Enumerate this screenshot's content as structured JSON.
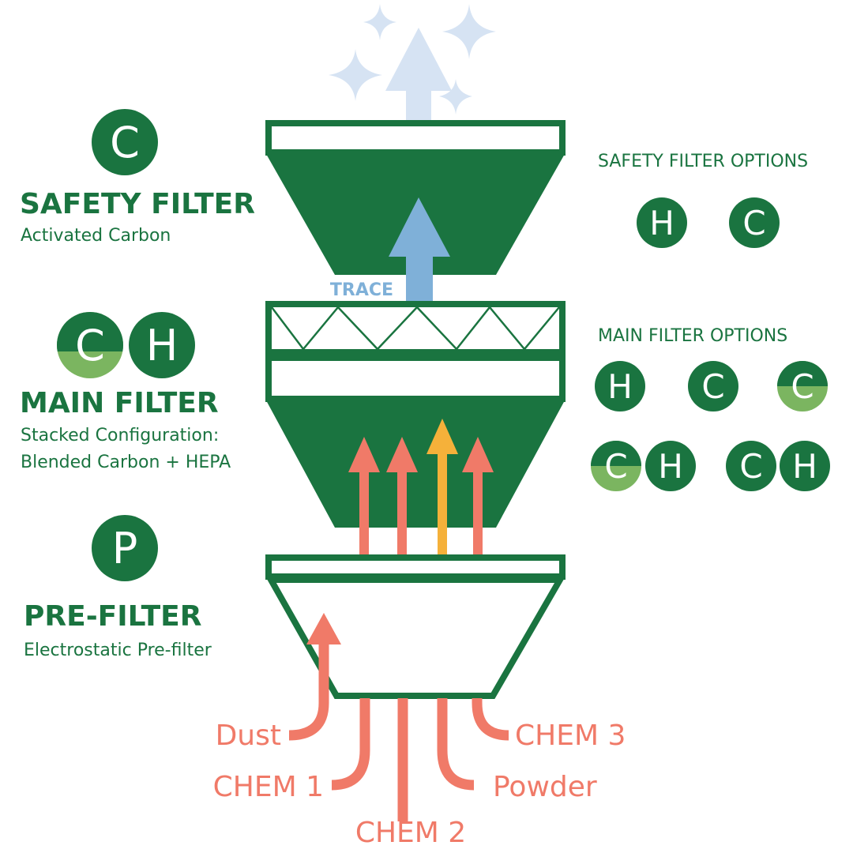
{
  "colors": {
    "green": "#1a7440",
    "light_green": "#7bb560",
    "salmon": "#f07a68",
    "orange": "#f5b13a",
    "blue": "#7fb0d8",
    "pale_blue": "#d6e3f3",
    "white": "#ffffff"
  },
  "safety": {
    "badge_letter": "C",
    "title": "SAFETY FILTER",
    "subtitle": "Activated Carbon",
    "options_label": "SAFETY FILTER OPTIONS",
    "options": [
      "H",
      "C"
    ]
  },
  "main": {
    "badges": [
      "C",
      "H"
    ],
    "title": "MAIN FILTER",
    "subtitle_line1": "Stacked Configuration:",
    "subtitle_line2": "Blended Carbon + HEPA",
    "options_label": "MAIN FILTER OPTIONS",
    "options_row1": [
      "H",
      "C",
      "C"
    ],
    "options_row2": [
      "C",
      "H",
      "C",
      "H"
    ]
  },
  "pre": {
    "badge_letter": "P",
    "title": "PRE-FILTER",
    "subtitle": "Electrostatic Pre-filter"
  },
  "trace_label": "TRACE",
  "inputs": {
    "dust": "Dust",
    "chem1": "CHEM 1",
    "chem2": "CHEM 2",
    "chem3": "CHEM 3",
    "powder": "Powder"
  },
  "icons": {
    "sparkles": "sparkle-icon",
    "clean_air_arrow": "up-arrow-icon"
  }
}
